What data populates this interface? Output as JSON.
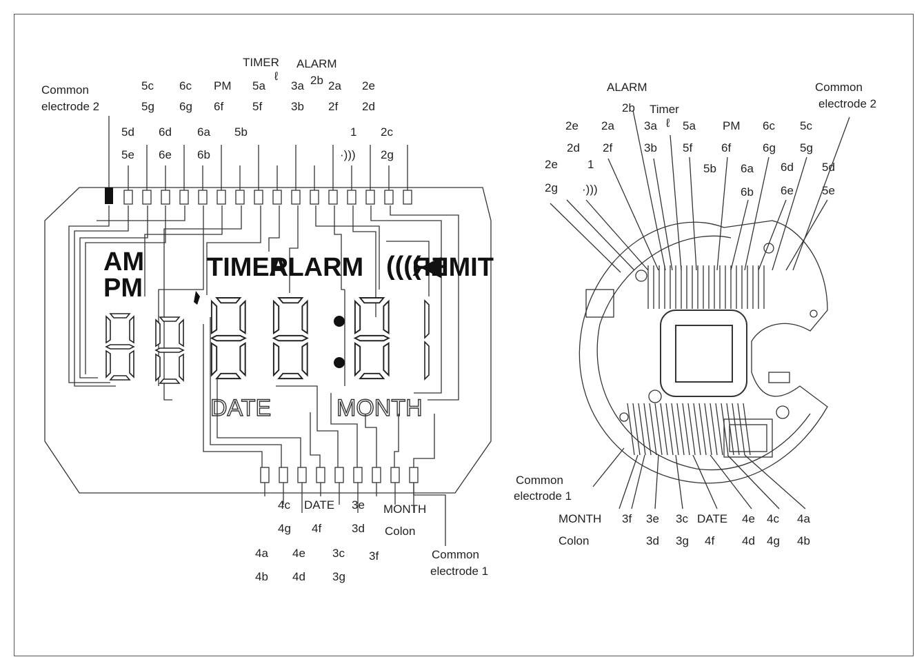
{
  "left": {
    "top_labels": {
      "common_electrode_2": [
        "Common",
        "electrode 2"
      ],
      "timer": "TIMER",
      "alarm": "ALARM",
      "timer_icon": "ℓ",
      "pins": [
        "5c",
        "6c",
        "PM",
        "5a",
        "3a",
        "2b",
        "2a",
        "2e",
        "5g",
        "6g",
        "6f",
        "5f",
        "3b",
        "2f",
        "2d",
        "5d",
        "6d",
        "6a",
        "5b",
        "1",
        "2c",
        "5e",
        "6e",
        "6b",
        "·)))",
        "2g"
      ]
    },
    "bottom_labels": {
      "row1": [
        "4c",
        "DATE",
        "3e",
        "MONTH"
      ],
      "row2": [
        "4g",
        "4f",
        "3d",
        "Colon"
      ],
      "row3": [
        "4a",
        "4e",
        "3c",
        "3f",
        "Common"
      ],
      "row4": [
        "4b",
        "4d",
        "3g",
        "electrode 1"
      ]
    },
    "display": {
      "am": "AM",
      "pm": "PM",
      "timer": "TIMER",
      "alarm": "ALARM",
      "date": "DATE",
      "month": "MONTH"
    }
  },
  "right": {
    "top_labels": {
      "alarm": "ALARM",
      "common_electrode_2": [
        "Common",
        "electrode 2"
      ],
      "timer": "Timer",
      "timer_icon": "ℓ",
      "pins": [
        "2b",
        "2e",
        "2a",
        "3a",
        "5a",
        "PM",
        "6c",
        "5c",
        "2d",
        "2f",
        "3b",
        "5f",
        "6f",
        "6g",
        "5g",
        "2e",
        "1",
        "5b",
        "6a",
        "6d",
        "5d",
        "2g",
        "·)))",
        "6b",
        "6e",
        "5e"
      ]
    },
    "bottom_labels": {
      "common_electrode_1": [
        "Common",
        "electrode 1"
      ],
      "row1": [
        "MONTH",
        "3f",
        "3e",
        "3c",
        "DATE",
        "4e",
        "4c",
        "4a"
      ],
      "row2": [
        "Colon",
        "3d",
        "3g",
        "4f",
        "4d",
        "4g",
        "4b"
      ]
    }
  }
}
